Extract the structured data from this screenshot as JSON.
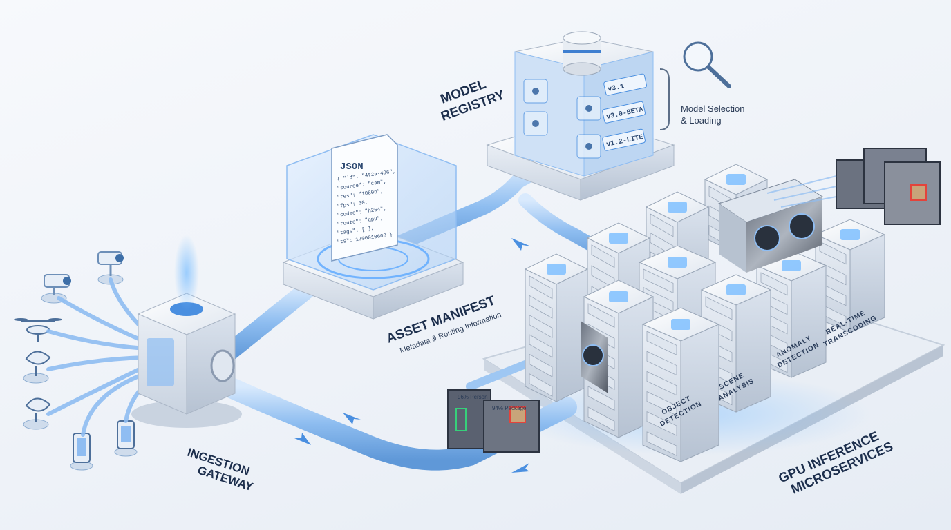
{
  "labels": {
    "ingestion_gateway": [
      "INGESTION",
      "GATEWAY"
    ],
    "asset_manifest": "ASSET MANIFEST",
    "asset_manifest_sub": "Metadata & Routing Information",
    "model_registry": [
      "MODEL",
      "REGISTRY"
    ],
    "model_selection": [
      "Model Selection",
      "& Loading"
    ],
    "gpu_inference": [
      "GPU INFERENCE",
      "MICROSERVICES"
    ]
  },
  "json_doc": {
    "title": "JSON",
    "lines": [
      "{ \"id\": \"4f2a-496\",",
      "  \"source\": \"cam\",",
      "  \"res\": \"1080p\",",
      "  \"fps\": 30,",
      "  \"codec\": \"h264\",",
      "  \"route\": \"gpu\",",
      "  \"tags\": [ ],",
      "  \"ts\": 1700010608 }"
    ]
  },
  "model_versions": [
    "v3.1",
    "v3.0-BETA",
    "v1.2-LITE"
  ],
  "service_labels": [
    [
      "OBJECT",
      "DETECTION"
    ],
    [
      "SCENE",
      "ANALYSIS"
    ],
    [
      "ANOMALY",
      "DETECTION"
    ],
    [
      "REAL-TIME",
      "TRANSCODING"
    ]
  ],
  "video_frames": [
    "96% Person",
    "94% Package"
  ],
  "colors": {
    "accent": "#4a8fe0",
    "pipe": "#8fbdf2",
    "glow": "#5aa8ff",
    "text": "#1d2f4d"
  }
}
